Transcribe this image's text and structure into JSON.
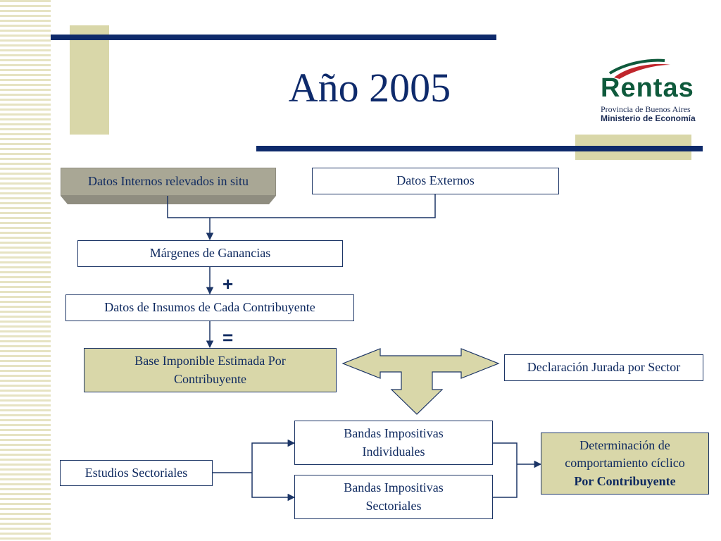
{
  "title": "Año 2005",
  "logo": {
    "name": "Rentas",
    "line1": "Provincia de Buenos Aires",
    "line2": "Ministerio de Economía"
  },
  "boxes": {
    "internos": "Datos Internos relevados in situ",
    "externos": "Datos Externos",
    "margenes": "Márgenes de Ganancias",
    "insumos": "Datos de Insumos de Cada Contribuyente",
    "base": "Base Imponible Estimada Por Contribuyente",
    "declaracion": "Declaración Jurada por Sector",
    "estudios": "Estudios Sectoriales",
    "bandas_ind": "Bandas Impositivas Individuales",
    "bandas_sec": "Bandas Impositivas Sectoriales",
    "determinacion_1": "Determinación de comportamiento cíclico",
    "determinacion_2": "Por Contribuyente"
  },
  "operators": {
    "plus": "+",
    "equals": "="
  },
  "colors": {
    "navy": "#0e2a6b",
    "olive": "#d9d7a9",
    "stripe": "#e6e3c2",
    "connector": "#1c3566"
  }
}
